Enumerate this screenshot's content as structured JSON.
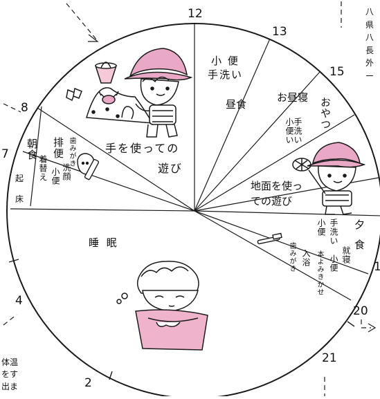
{
  "hours": {
    "h12": "12",
    "h13": "13",
    "h15": "15",
    "h8": "8",
    "h7": "7",
    "h1": "1",
    "h4": "4",
    "h20": "20",
    "h21": "21",
    "h2": "2"
  },
  "activities": {
    "handwash_pee": "小 便\n手洗い",
    "lunch": "昼食",
    "nap": "お昼寝",
    "snack": "おやつ",
    "wash_pee_2": "手洗い\n小便い",
    "hand_play_1": "手を使っての",
    "hand_play_2": "遊び",
    "ground_play_1": "地面を使っ",
    "ground_play_2": "ての遊び",
    "breakfast": "朝食",
    "excretion": "排便",
    "toothbrush_am": "歯みがき",
    "wash_face": "洗顔",
    "pee_am": "小便",
    "dress": "着替え",
    "wake_1": "起",
    "wake_2": "床",
    "sleep": "睡  眠",
    "dinner_1": "夕",
    "dinner_2": "食",
    "wash_pee_3": "手洗い",
    "pee_pm": "小便",
    "bed": "就寝",
    "pee_bed": "小便",
    "storybook": "本よみきかせ",
    "bath": "入浴",
    "toothbrush_pm": "歯みがき"
  },
  "side_text": {
    "right_top": "八\n県\n八\n長\n外\nー",
    "bottom_left": "体温\nをす\n出ま"
  },
  "colors": {
    "line": "#1a1a1a",
    "hat_pink": "#e9a9c6",
    "blanket_pink": "#f0b3cc"
  }
}
